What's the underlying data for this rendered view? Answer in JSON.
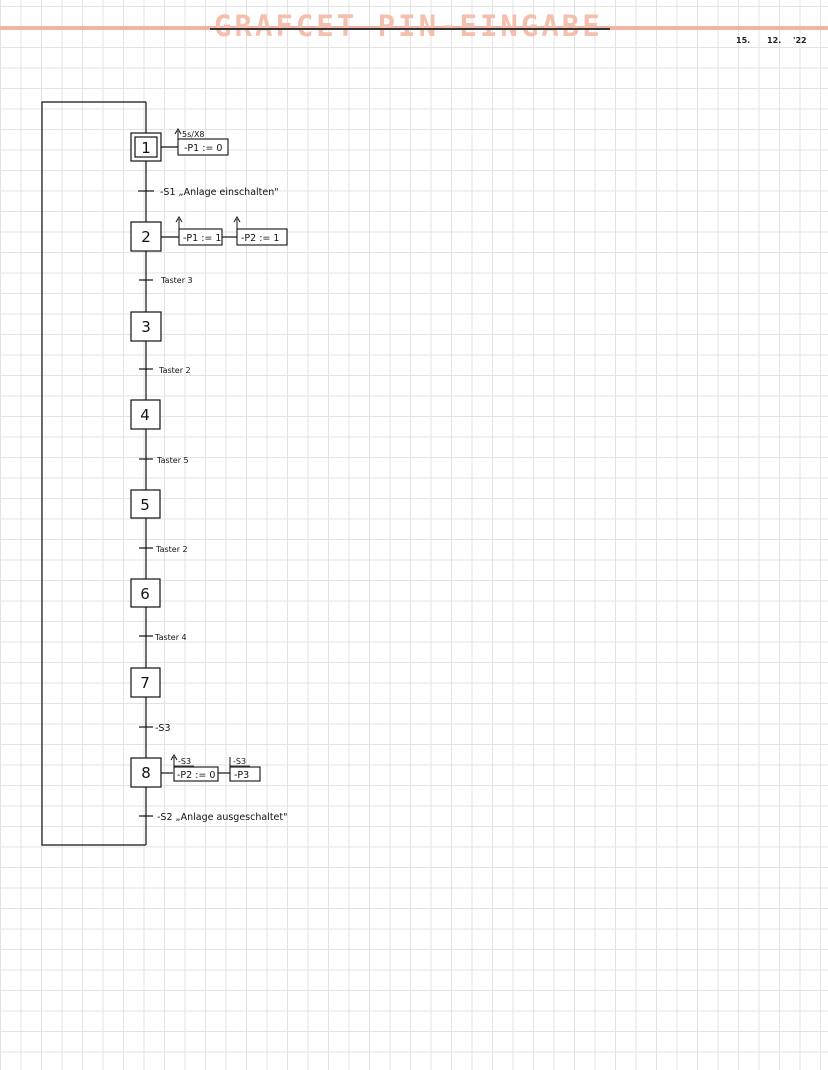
{
  "header": {
    "title": "GRAFCET PIN-EINGABE",
    "date_day": "15.",
    "date_month": "12.",
    "date_year": "'22"
  },
  "steps": [
    {
      "number": "1",
      "initial": true
    },
    {
      "number": "2"
    },
    {
      "number": "3"
    },
    {
      "number": "4"
    },
    {
      "number": "5"
    },
    {
      "number": "6"
    },
    {
      "number": "7"
    },
    {
      "number": "8"
    }
  ],
  "transitions": [
    "-S1 „Anlage einschalten\"",
    "Taster 3",
    "Taster 2",
    "Taster 5",
    "Taster 2",
    "Taster 4",
    "-S3",
    "-S2 „Anlage ausgeschaltet\""
  ],
  "actions": {
    "step1": {
      "condition": "5s/X8",
      "action": "-P1 := 0"
    },
    "step2": {
      "action_a": "-P1 := 1",
      "action_b": "-P2 := 1"
    },
    "step8": {
      "condition_a": "-S3",
      "action_a": "-P2 := 0",
      "condition_b": "-S3",
      "action_b": "-P3"
    }
  },
  "colors": {
    "title": "#f5bfae",
    "stripe": "#f1b3a4",
    "ink": "#111111",
    "grid": "#e3e3e3"
  }
}
